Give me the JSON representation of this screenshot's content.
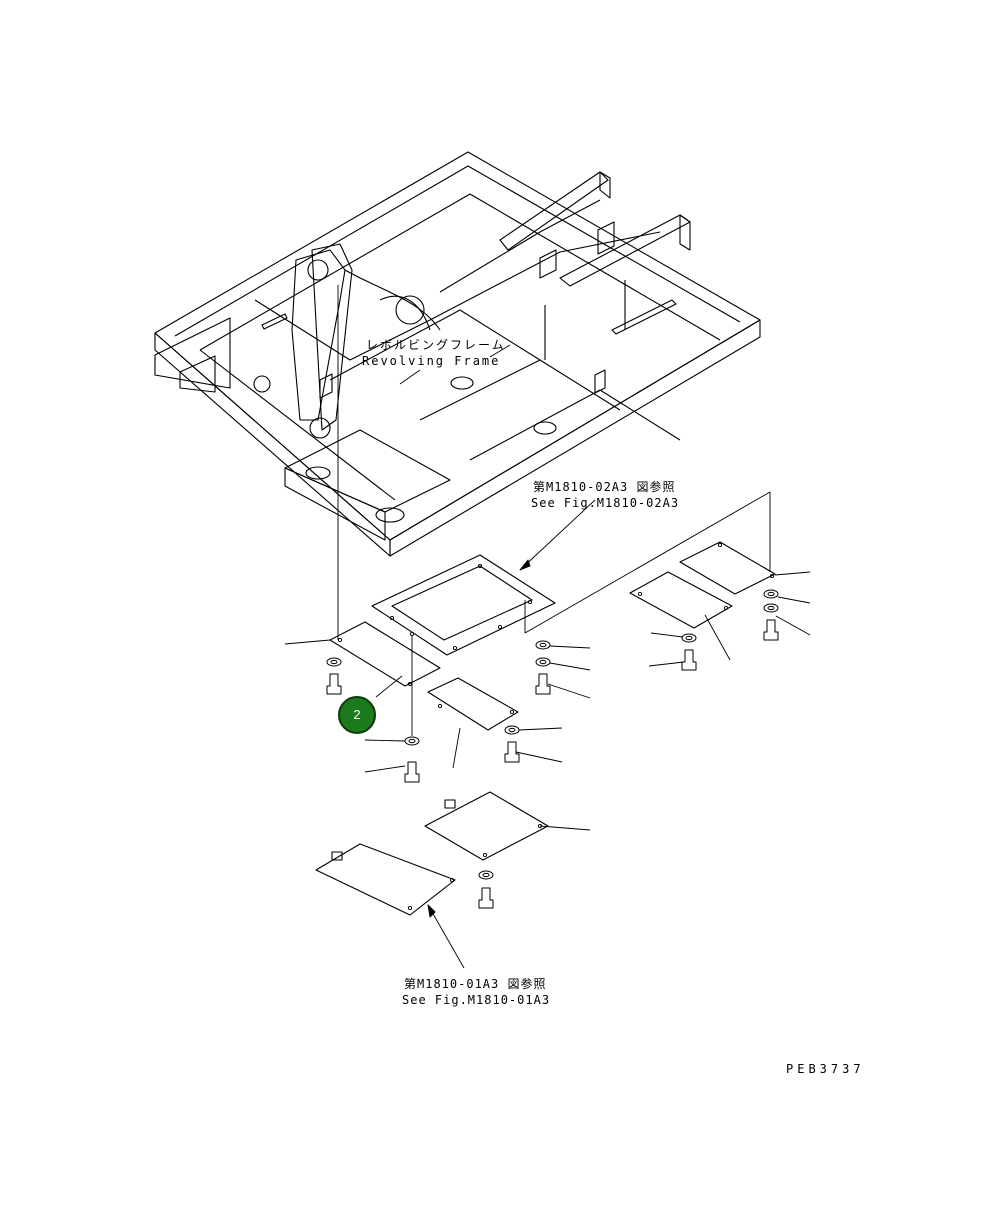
{
  "labels": {
    "frame_jp": "レボルビングフレーム",
    "frame_en": "Revolving Frame",
    "ref1_jp": "第M1810-02A3 図参照",
    "ref1_en": "See Fig.M1810-02A3",
    "ref2_jp": "第M1810-01A3 図参照",
    "ref2_en": "See Fig.M1810-01A3",
    "drawing_code": "PEB3737"
  },
  "callout": {
    "number": "2",
    "color": "#1b7a1b"
  }
}
